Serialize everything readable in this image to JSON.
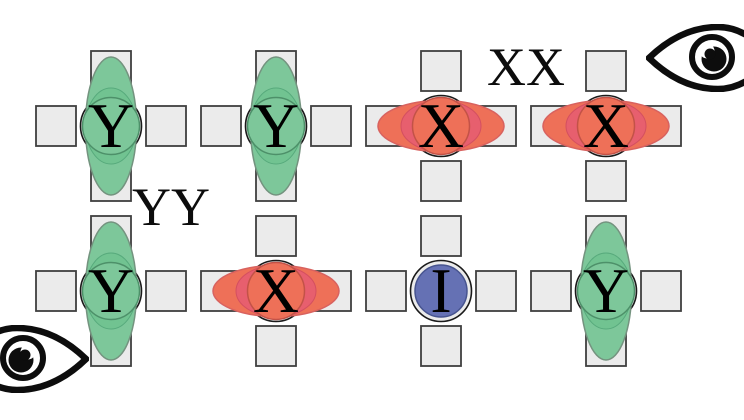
{
  "figure": {
    "description": "crowding stimulus diagram with two observer eyes",
    "group_labels": [
      {
        "id": "top",
        "text": "XX"
      },
      {
        "id": "bottom",
        "text": "YY"
      }
    ],
    "stimuli": [
      {
        "row": 1,
        "col": 1,
        "letter": "Y",
        "scheme": "green",
        "orientation": "vertical"
      },
      {
        "row": 1,
        "col": 2,
        "letter": "Y",
        "scheme": "green",
        "orientation": "vertical"
      },
      {
        "row": 1,
        "col": 3,
        "letter": "X",
        "scheme": "red",
        "orientation": "horizontal"
      },
      {
        "row": 1,
        "col": 4,
        "letter": "X",
        "scheme": "red",
        "orientation": "horizontal"
      },
      {
        "row": 2,
        "col": 1,
        "letter": "Y",
        "scheme": "green",
        "orientation": "vertical"
      },
      {
        "row": 2,
        "col": 2,
        "letter": "X",
        "scheme": "red",
        "orientation": "horizontal"
      },
      {
        "row": 2,
        "col": 3,
        "letter": "I",
        "scheme": "blue",
        "orientation": "none"
      },
      {
        "row": 2,
        "col": 4,
        "letter": "Y",
        "scheme": "green",
        "orientation": "vertical"
      }
    ],
    "eyes": [
      {
        "position": "top-right",
        "pointing": "left"
      },
      {
        "position": "bottom-left",
        "pointing": "right"
      }
    ],
    "colors": {
      "background": "#ffffff",
      "square_fill": "#ebebeb",
      "square_border": "#3f3f3f",
      "ring": "#1a1a1a",
      "letter": "#000000",
      "green_fill": "#7dc79a",
      "green_edge": "#74937f",
      "green_inner_fill": "#71c391",
      "green_inner_edge": "#57aa7c",
      "green_circle_edge": "#4d9069",
      "red_fill": "#ee7058",
      "red_edge": "#d8625f",
      "red_inner_fill": "#e75f6e",
      "red_inner_edge": "#d44f60",
      "red_circle_edge": "#c35247",
      "blue_fill": "#6571b4",
      "blue_circle_edge": "#47548f",
      "eye_stroke": "#0d0d0d"
    }
  }
}
